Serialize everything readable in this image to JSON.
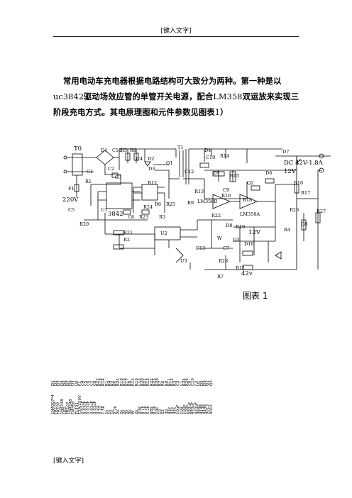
{
  "header": {
    "text": "[键入文字]"
  },
  "paragraph": {
    "seg1": "常用电动车充电器根据电路结构可大致分为两种。第一种是以",
    "seg2": "uc3842",
    "seg3": "驱动场效应管的单管开关电源，配合",
    "seg4": "LM358",
    "seg5": "双运放来实现三阶段充电方式。其电原理图和元件参数见图表",
    "seg6": "1",
    "seg7": "）"
  },
  "schematic": {
    "labels": {
      "T0": "T0",
      "T1": "T1",
      "D1": "D1",
      "C11": "C11",
      "R5": "R5",
      "R8": "R8",
      "C4": "C4",
      "D2": "D2",
      "D3": "D3",
      "C1": "C1",
      "R1": "R1",
      "C2": "C2",
      "C3": "C3",
      "R12": "R12",
      "Q1": "Q1",
      "F1": "F1",
      "V220": "220V",
      "C5": "C5",
      "U1": "U1",
      "IC3842": "3842",
      "R24": "R24",
      "R6": "R6",
      "R25": "R25",
      "C6": "C6",
      "R23": "R23",
      "R3": "R3",
      "R20": "R20",
      "R21": "R21",
      "R2": "R2",
      "U2": "U2",
      "U3": "U3",
      "C13": "C13",
      "D4": "D4",
      "C10": "C10",
      "R14": "R14",
      "C12": "C12",
      "D5": "D5",
      "R15": "R15",
      "C9": "C9",
      "R13": "R13",
      "R9": "R9",
      "LM358B": "LM358B",
      "LM358A": "LM358A",
      "Q2": "Q2",
      "R10": "R10",
      "R18": "R18",
      "R22": "R22",
      "D8": "D8",
      "R19": "R19",
      "V12b": "12V",
      "Q3": "Q3",
      "D10": "D10",
      "C7": "C7",
      "W": "W",
      "R28": "R28",
      "R11": "R11",
      "R7": "R7",
      "V42": "42v",
      "D7": "D7",
      "DC": "DC 42V-1.8A",
      "D6": "D6",
      "V12": "12V",
      "R16": "R16",
      "R17": "R17",
      "R26": "R26",
      "C8": "C8",
      "R4": "R4",
      "R27": "R27"
    }
  },
  "caption": "图表 1",
  "parts": [
    {
      "name": "1N4007*4",
      "val": "D1"
    },
    {
      "name": "FR107",
      "val": "D2"
    },
    {
      "name": "FR107",
      "val": "D3"
    },
    {
      "name": "1N4148",
      "val": "D4"
    },
    {
      "name": "LED",
      "val": "D6"
    },
    {
      "name": "FR107",
      "val": "D7"
    },
    {
      "name": "1N4148",
      "val": "D8"
    },
    {
      "name": "LM358",
      "val": "U3"
    },
    {
      "name": "TL431",
      "val": "U2"
    },
    {
      "name": "T2A/250V",
      "val": "F1"
    },
    {
      "name": "0.01uF",
      "val": "C4"
    },
    {
      "name": "0.01uF",
      "val": "C5"
    },
    {
      "name": "0.01uF",
      "val": "C6"
    },
    {
      "name": "0.01uF",
      "val": "C7"
    },
    {
      "name": "0.01uF",
      "val": "C8"
    },
    {
      "name": "0.22",
      "val": "R27"
    },
    {
      "name": "0.22",
      "val": "R18"
    },
    {
      "name": "1.5k",
      "val": "R14"
    },
    {
      "name": "1k",
      "val": "R1"
    },
    {
      "name": "1k",
      "val": "R4"
    },
    {
      "name": "1k",
      "val": "R2"
    },
    {
      "name": "2.2k",
      "val": "R5"
    },
    {
      "name": "2k",
      "val": "R25"
    },
    {
      "name": "2k",
      "val": "R19"
    },
    {
      "name": "2k",
      "val": "R16"
    },
    {
      "name": "2k",
      "val": "R17"
    },
    {
      "name": "2k",
      "val": "R9"
    },
    {
      "name": "W",
      "val": "R15"
    },
    {
      "name": "2k",
      "val": "R10"
    },
    {
      "name": "20V",
      "val": "C12"
    },
    {
      "name": "4.7k",
      "val": "R20"
    },
    {
      "name": "5.1k",
      "val": "R21"
    },
    {
      "name": "5.1k",
      "val": "R13"
    },
    {
      "name": "680",
      "val": "R22"
    },
    {
      "name": "8.2k",
      "val": "R23"
    },
    {
      "name": "10k",
      "val": "R28"
    },
    {
      "name": "10",
      "val": "R7"
    },
    {
      "name": "22",
      "val": "R6"
    },
    {
      "name": "30",
      "val": "R8"
    },
    {
      "name": "47k",
      "val": "R11"
    },
    {
      "name": "47k",
      "val": "R12"
    },
    {
      "name": "47k",
      "val": "R3"
    },
    {
      "name": "10uF",
      "val": "C3"
    },
    {
      "name": "100",
      "val": "C1"
    },
    {
      "name": "100k",
      "val": "R24"
    },
    {
      "name": "100k",
      "val": "R26"
    },
    {
      "name": "220uF",
      "val": "C9"
    },
    {
      "name": "470pF",
      "val": "C10"
    },
    {
      "name": "470uF",
      "val": "C2"
    },
    {
      "name": "3842",
      "val": "U1"
    },
    {
      "name": "4148",
      "val": "D5"
    },
    {
      "name": "4148",
      "val": "D9"
    },
    {
      "name": "9013",
      "val": "Q2"
    },
    {
      "name": "9015",
      "val": "Q3"
    }
  ],
  "footer": {
    "text": "[键入文字]"
  }
}
